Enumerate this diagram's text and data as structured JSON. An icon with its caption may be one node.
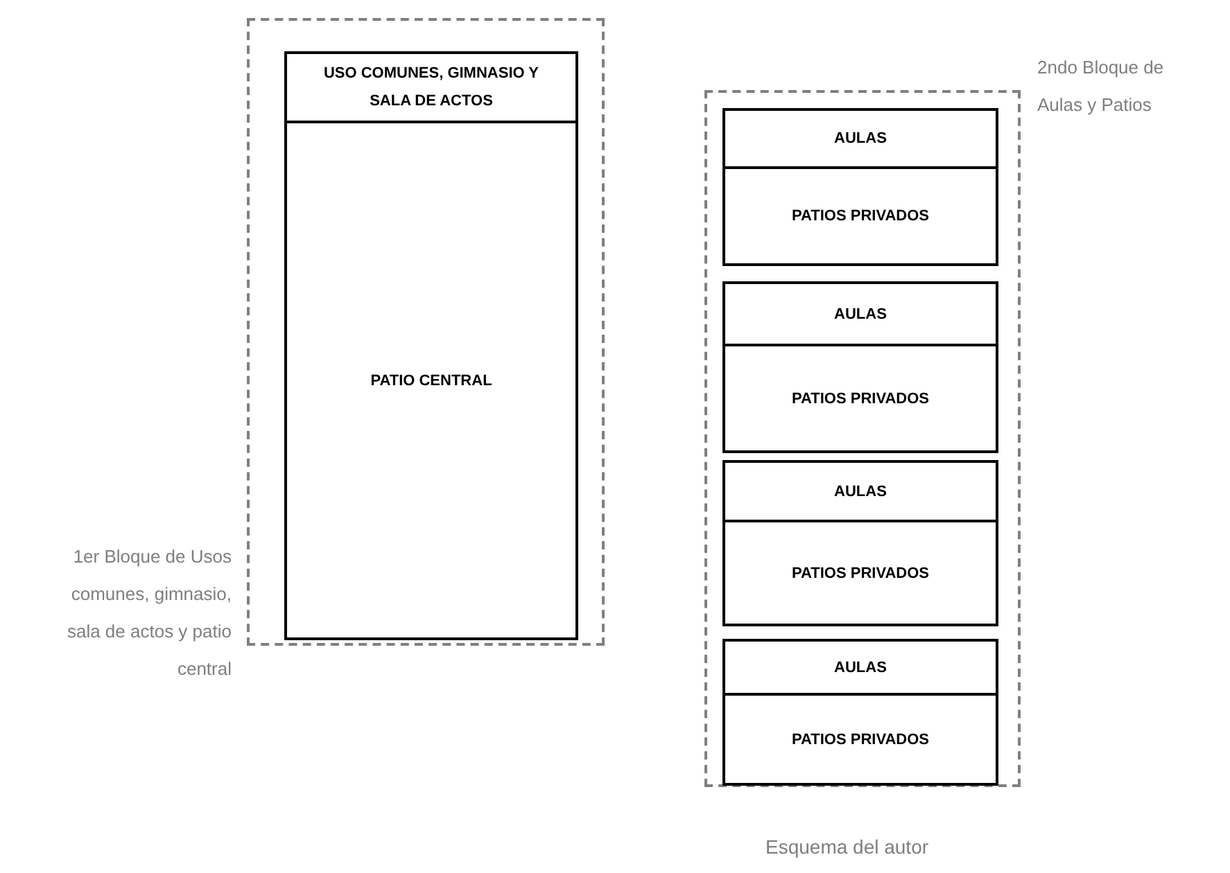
{
  "diagram": {
    "nodes": [
      {
        "text": [
          "1er Bloque de Usos comunes, gimnasio, sala de actos y patio central"
        ]
      },
      {
        "text": [
          "USO COMUNES, GIMNASIO Y SALA DE ACTOS",
          "PATIO CENTRAL"
        ],
        "in": 0
      },
      {
        "text": [
          "2ndo Bloque de Aulas y Patios"
        ]
      },
      {
        "text": [
          "AULAS",
          "PATIOS PRIVADOS"
        ],
        "in": 2
      },
      {
        "text": [
          "AULAS",
          "PATIOS PRIVADOS"
        ],
        "in": 2
      },
      {
        "text": [
          "AULAS",
          "PATIOS PRIVADOS"
        ],
        "in": 2
      },
      {
        "text": [
          "AULAS",
          "PATIOS PRIVADOS"
        ],
        "in": 2
      }
    ],
    "edges": [],
    "labels": [
      "Esquema del autor"
    ]
  }
}
